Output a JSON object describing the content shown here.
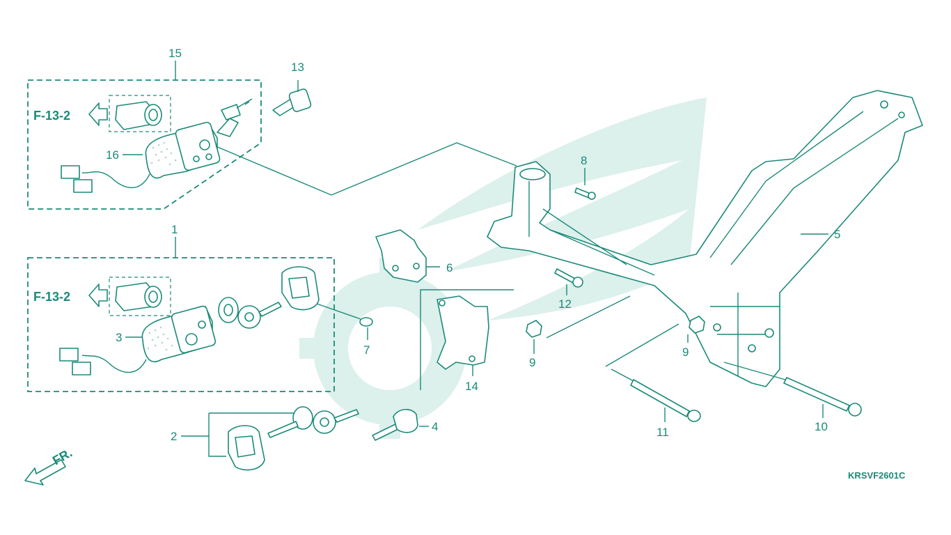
{
  "diagram": {
    "drawing_code": "KRSVF2601C",
    "direction_label": "FR.",
    "cross_ref_top": "F-13-2",
    "cross_ref_bottom": "F-13-2",
    "callouts": {
      "c1": "1",
      "c2": "2",
      "c3": "3",
      "c4": "4",
      "c5": "5",
      "c6": "6",
      "c7": "7",
      "c8": "8",
      "c9a": "9",
      "c9b": "9",
      "c10": "10",
      "c11": "11",
      "c12": "12",
      "c13": "13",
      "c14": "14",
      "c15": "15",
      "c16": "16"
    },
    "colors": {
      "ink": "#1a8a78",
      "watermark": "#dcf0ec",
      "background": "#ffffff"
    }
  }
}
